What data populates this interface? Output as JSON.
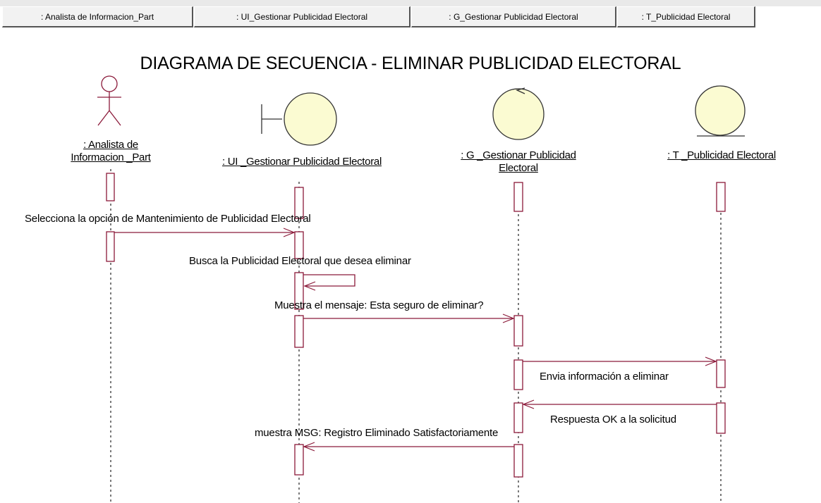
{
  "tabs": [
    ": Analista de Informacion_Part",
    ": UI_Gestionar Publicidad Electoral",
    ": G_Gestionar Publicidad Electoral",
    ": T_Publicidad Electoral"
  ],
  "title": "DIAGRAMA DE SECUENCIA - ELIMINAR PUBLICIDAD ELECTORAL",
  "objects": {
    "actor": {
      "line1": ": Analista de",
      "line2": "Informacion _Part",
      "kind": "actor"
    },
    "ui": {
      "label": ": UI _Gestionar Publicidad Electoral",
      "kind": "boundary"
    },
    "control": {
      "line1": ": G _Gestionar Publicidad",
      "line2": "Electoral",
      "kind": "control"
    },
    "entity": {
      "label": ": T _Publicidad Electoral",
      "kind": "entity"
    }
  },
  "messages": [
    {
      "text": "Selecciona la opción de Mantenimiento de Publicidad Electoral",
      "from": "actor",
      "to": "ui"
    },
    {
      "text": "Busca la Publicidad Electoral que desea eliminar",
      "from": "ui",
      "to": "ui"
    },
    {
      "text": "Muestra el mensaje: Esta seguro de eliminar?",
      "from": "ui",
      "to": "control"
    },
    {
      "text": "Envia información a eliminar",
      "from": "control",
      "to": "entity"
    },
    {
      "text": "Respuesta OK a la solicitud",
      "from": "entity",
      "to": "control"
    },
    {
      "text": "muestra MSG: Registro Eliminado Satisfactoriamente",
      "from": "control",
      "to": "ui"
    }
  ],
  "colors": {
    "line": "#8b1a3a",
    "fill": "#fbfbd2",
    "actor": "#8b1a3a"
  }
}
